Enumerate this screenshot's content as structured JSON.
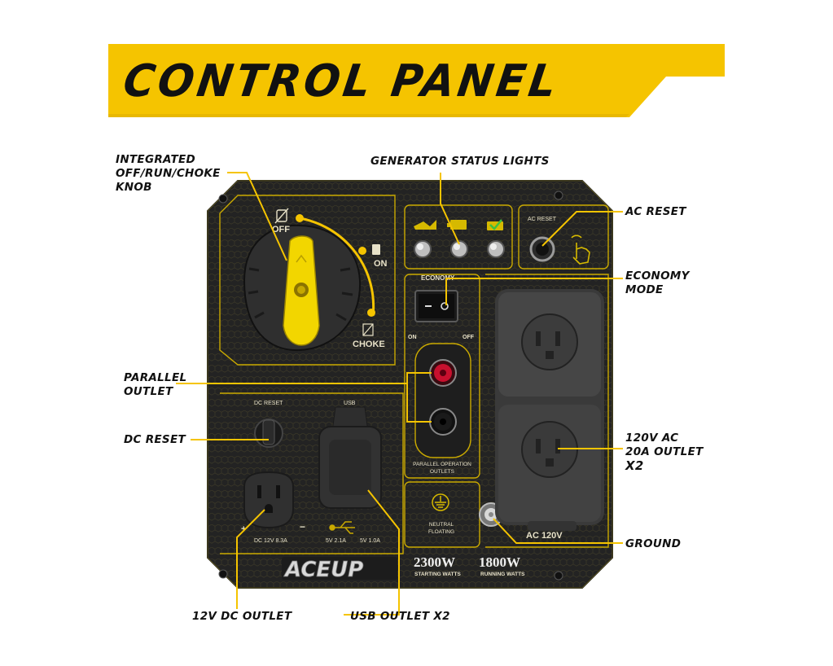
{
  "title": "CONTROL PANEL",
  "callouts": {
    "knob": [
      "INTEGRATED",
      "OFF/RUN/CHOKE",
      "KNOB"
    ],
    "status_lights": "GENERATOR STATUS LIGHTS",
    "ac_reset": "AC RESET",
    "economy": [
      "ECONOMY",
      "MODE"
    ],
    "parallel": [
      "PARALLEL",
      "OUTLET"
    ],
    "dc_reset": "DC RESET",
    "ac_outlet": [
      "120V AC",
      "20A OUTLET",
      "X2"
    ],
    "ground": "GROUND",
    "dc_outlet": "12V DC OUTLET",
    "usb_outlet": "USB OUTLET X2"
  },
  "panel": {
    "off": "OFF",
    "on": "ON",
    "choke": "CHOKE",
    "ac_reset": "AC RESET",
    "economy": "ECONOMY",
    "eco_on": "ON",
    "eco_off": "OFF",
    "dc_reset": "DC RESET",
    "usb": "USB",
    "parallel_line1": "PARALLEL OPERATION",
    "parallel_line2": "OUTLETS",
    "neutral_line1": "NEUTRAL",
    "neutral_line2": "FLOATING",
    "ac_120v": "AC 120V",
    "dc_rating": "DC 12V 8.3A",
    "usb_rating1": "5V 2.1A",
    "usb_rating2": "5V 1.0A",
    "plus": "+",
    "minus": "−",
    "starting_watts": "2300W",
    "starting_label": "STARTING WATTS",
    "running_watts": "1800W",
    "running_label": "RUNNING WATTS"
  },
  "colors": {
    "accent": "#f5c400",
    "panel": "#262626",
    "red": "#c8102e"
  }
}
